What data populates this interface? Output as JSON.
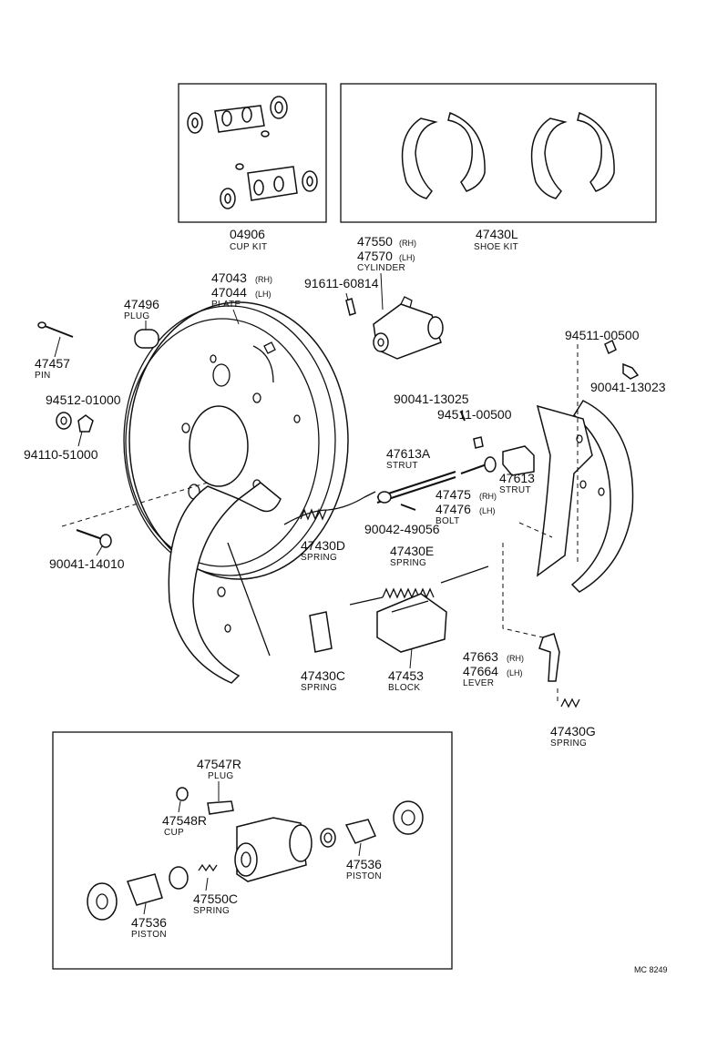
{
  "labels": {
    "cup_kit_num": "04906",
    "cup_kit_name": "CUP KIT",
    "shoe_kit_num": "47430L",
    "shoe_kit_name": "SHOE KIT",
    "cyl_num_rh": "47550",
    "cyl_num_lh": "47570",
    "cyl_sfx_rh": "(RH)",
    "cyl_sfx_lh": "(LH)",
    "cyl_name": "CYLINDER",
    "bolt_91611": "91611-60814",
    "plate_num_rh": "47043",
    "plate_num_lh": "47044",
    "plate_sfx_rh": "(RH)",
    "plate_sfx_lh": "(LH)",
    "plate_name": "PLATE",
    "plug_num": "47496",
    "plug_name": "PLUG",
    "pin_num": "47457",
    "pin_name": "PIN",
    "washer_94512": "94512-01000",
    "nut_94110": "94110-51000",
    "nut_94511_a": "94511-00500",
    "bolt_90041_13023": "90041-13023",
    "bolt_90041_13025": "90041-13025",
    "nut_94511_b": "94511-00500",
    "strut_a_num": "47613A",
    "strut_a_name": "STRUT",
    "strut_num": "47613",
    "strut_name": "STRUT",
    "bolt_num_rh": "47475",
    "bolt_num_lh": "47476",
    "bolt_sfx_rh": "(RH)",
    "bolt_sfx_lh": "(LH)",
    "bolt_name": "BOLT",
    "bolt_90042": "90042-49056",
    "bolt_90041_14010": "90041-14010",
    "spring_d_num": "47430D",
    "spring_d_name": "SPRING",
    "spring_e_num": "47430E",
    "spring_e_name": "SPRING",
    "spring_c_num": "47430C",
    "spring_c_name": "SPRING",
    "block_num": "47453",
    "block_name": "BLOCK",
    "lever_num_rh": "47663",
    "lever_num_lh": "47664",
    "lever_sfx_rh": "(RH)",
    "lever_sfx_lh": "(LH)",
    "lever_name": "LEVER",
    "spring_g_num": "47430G",
    "spring_g_name": "SPRING",
    "plug_r_num": "47547R",
    "plug_r_name": "PLUG",
    "cup_r_num": "47548R",
    "cup_r_name": "CUP",
    "piston_right_num": "47536",
    "piston_right_name": "PISTON",
    "piston_left_num": "47536",
    "piston_left_name": "PISTON",
    "spring_550c_num": "47550C",
    "spring_550c_name": "SPRING",
    "diagram_code": "MC 8249"
  }
}
